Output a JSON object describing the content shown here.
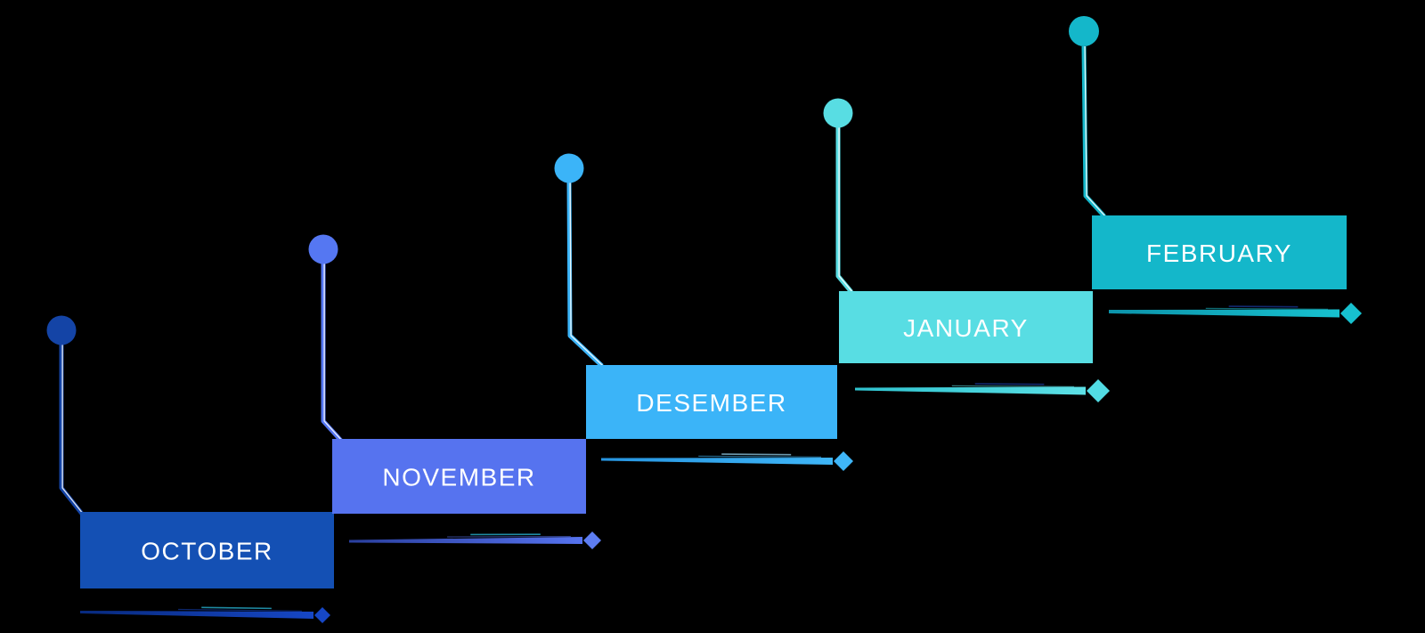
{
  "background": "#000000",
  "text_color": "#ffffff",
  "markers": {
    "start": "circle",
    "end": "diamond"
  },
  "months": [
    {
      "label": "OCTOBER",
      "box_color": "#1450b4",
      "circle_color": "#1444a6",
      "connector_color": "#1444a6",
      "underline_from": "#082a7e",
      "underline_to": "#1647c6",
      "diamond_color": "#1647c6",
      "echo_color": "#2bc4e8"
    },
    {
      "label": "NOVEMBER",
      "box_color": "#5673ef",
      "circle_color": "#5577f2",
      "connector_color": "#5577f2",
      "underline_from": "#2a3f9e",
      "underline_to": "#5673ef",
      "diamond_color": "#5d7df2",
      "echo_color": "#2bc4e8"
    },
    {
      "label": "DESEMBER",
      "box_color": "#3bb4f8",
      "circle_color": "#3bb4f8",
      "connector_color": "#3bb4f8",
      "underline_from": "#2795e0",
      "underline_to": "#3fb6f8",
      "diamond_color": "#3fb6f8",
      "echo_color": "#9adcfa"
    },
    {
      "label": "JANUARY",
      "box_color": "#58dde3",
      "circle_color": "#58dde3",
      "connector_color": "#58dde3",
      "underline_from": "#2fc3cf",
      "underline_to": "#5ce0e6",
      "diamond_color": "#52dce4",
      "echo_color": "#1a3a9e"
    },
    {
      "label": "FEBRUARY",
      "box_color": "#14b7ca",
      "circle_color": "#14b7ca",
      "connector_color": "#14b7ca",
      "underline_from": "#0c93aa",
      "underline_to": "#17c1cf",
      "diamond_color": "#17c1cf",
      "echo_color": "#1a3a9e"
    }
  ]
}
